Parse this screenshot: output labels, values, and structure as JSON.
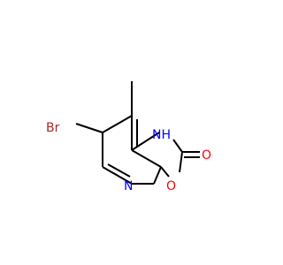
{
  "molecule": {
    "atoms": {
      "bromine": {
        "label": "Br",
        "color": "#A52A2A"
      },
      "nh": {
        "label": "NH",
        "color": "#0000FF"
      },
      "carbonyl_oxygen": {
        "label": "O",
        "color": "#FF0000"
      },
      "ring_oxygen": {
        "label": "O",
        "color": "#FF0000"
      },
      "pyridine_nitrogen": {
        "label": "N",
        "color": "#0000FF"
      }
    },
    "bond_color": "#000000"
  }
}
